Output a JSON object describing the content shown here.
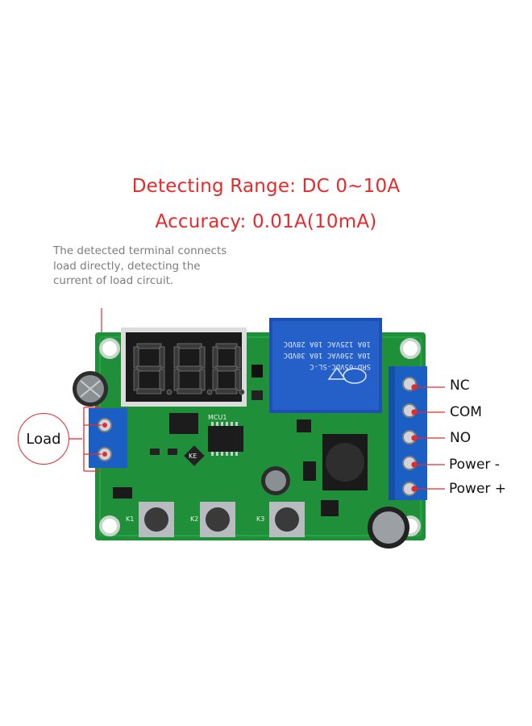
{
  "headline": {
    "range": "Detecting Range: DC 0~10A",
    "accuracy": "Accuracy: 0.01A(10mA)"
  },
  "note": "The detected terminal connects load directly, detecting the current of load circuit.",
  "load_label": "Load",
  "terminal_labels": {
    "nc": "NC",
    "com": "COM",
    "no": "NO",
    "power_minus": "Power -",
    "power_plus": "Power +"
  },
  "relay_text": {
    "line1": "SRD-05VDC-SL-C",
    "line2": "10A 250VAC  10A 30VDC",
    "line3": "10A 125VAC  10A 28VDC"
  },
  "silkscreen": {
    "k1": "K1",
    "k2": "K2",
    "k3": "K3",
    "mcu": "MCU1",
    "ke": "KE"
  },
  "display_digits": "8.8.8.",
  "colors": {
    "accent_red": "#e8292b",
    "pcb_green": "#1f8f3a",
    "terminal_blue": "#1b5fc4",
    "relay_blue": "#1e4fb4"
  }
}
